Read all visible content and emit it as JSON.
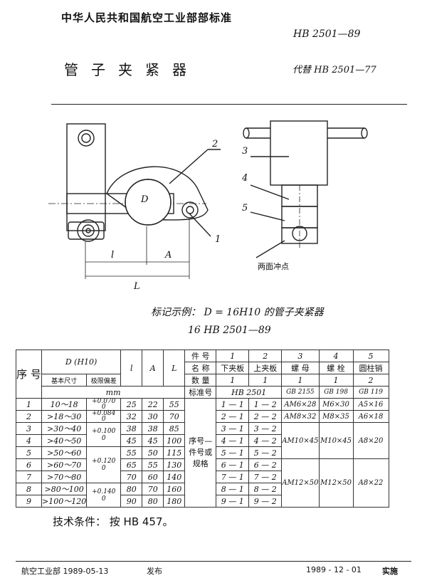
{
  "header": {
    "organization": "中华人民共和国航空工业部部标准",
    "standard_no": "HB 2501—89",
    "title": "管子夹紧器",
    "replaces": "代替 HB 2501—77"
  },
  "drawing_labels": {
    "front": [
      "2",
      "D",
      "1",
      "l",
      "A",
      "L"
    ],
    "side": [
      "3",
      "4",
      "5",
      "两面冲点"
    ]
  },
  "marking": {
    "line1": "标记示例：  D = 16H10 的管子夹紧器",
    "line2": "16   HB 2501—89"
  },
  "table": {
    "h_seq": "序 号",
    "h_D": "D (H10)",
    "h_D_basic": "基本尺寸",
    "h_D_dev": "极限偏差",
    "h_l": "l",
    "h_A": "A",
    "h_L": "L",
    "h_part_no": "件 号",
    "h_name": "名 称",
    "h_qty": "数 量",
    "h_std": "标准号",
    "h_unit": "mm",
    "h_spec": "序号—件号或规格",
    "part_nos": [
      "1",
      "2",
      "3",
      "4",
      "5"
    ],
    "part_names": [
      "下夹板",
      "上夹板",
      "螺 母",
      "螺 栓",
      "圆柱销"
    ],
    "quantities": [
      "1",
      "1",
      "1",
      "1",
      "2"
    ],
    "std_main": "HB 2501",
    "std_nums": [
      "GB 2155",
      "GB 198",
      "GB 119"
    ],
    "rows": [
      {
        "seq": "1",
        "D": "10～18",
        "l": "25",
        "A": "22",
        "L": "55",
        "p1": "1 — 1",
        "p2": "1 — 2"
      },
      {
        "seq": "2",
        "D": ">18～30",
        "l": "32",
        "A": "30",
        "L": "70",
        "p1": "2 — 1",
        "p2": "2 — 2"
      },
      {
        "seq": "3",
        "D": ">30～40",
        "l": "38",
        "A": "38",
        "L": "85",
        "p1": "3 — 1",
        "p2": "3 — 2"
      },
      {
        "seq": "4",
        "D": ">40～50",
        "l": "45",
        "A": "45",
        "L": "100",
        "p1": "4 — 1",
        "p2": "4 — 2"
      },
      {
        "seq": "5",
        "D": ">50～60",
        "l": "55",
        "A": "50",
        "L": "115",
        "p1": "5 — 1",
        "p2": "5 — 2"
      },
      {
        "seq": "6",
        "D": ">60～70",
        "l": "65",
        "A": "55",
        "L": "130",
        "p1": "6 — 1",
        "p2": "6 — 2"
      },
      {
        "seq": "7",
        "D": ">70～80",
        "l": "70",
        "A": "60",
        "L": "140",
        "p1": "7 — 1",
        "p2": "7 — 2"
      },
      {
        "seq": "8",
        "D": ">80～100",
        "l": "80",
        "A": "70",
        "L": "160",
        "p1": "8 — 1",
        "p2": "8 — 2"
      },
      {
        "seq": "9",
        "D": ">100～120",
        "l": "90",
        "A": "80",
        "L": "180",
        "p1": "9 — 1",
        "p2": "9 — 2"
      }
    ],
    "dev_groups": [
      "+0.070\n0",
      "+0.084\n0",
      "+0.100\n0",
      "+0.120\n0",
      "+0.140\n0"
    ],
    "nut": [
      "AM6×28",
      "AM8×32",
      "AM10×45",
      "AM12×50"
    ],
    "bolt": [
      "M6×30",
      "M8×35",
      "M10×45",
      "M12×50"
    ],
    "pin": [
      "A5×16",
      "A6×18",
      "A8×20",
      "A8×22"
    ]
  },
  "tech": "技术条件：   按 HB 457。",
  "footer": {
    "issuer": "航空工业部  1989-05-13",
    "released": "发布",
    "impl_date": "1989 - 12 - 01",
    "implemented": "实施"
  }
}
